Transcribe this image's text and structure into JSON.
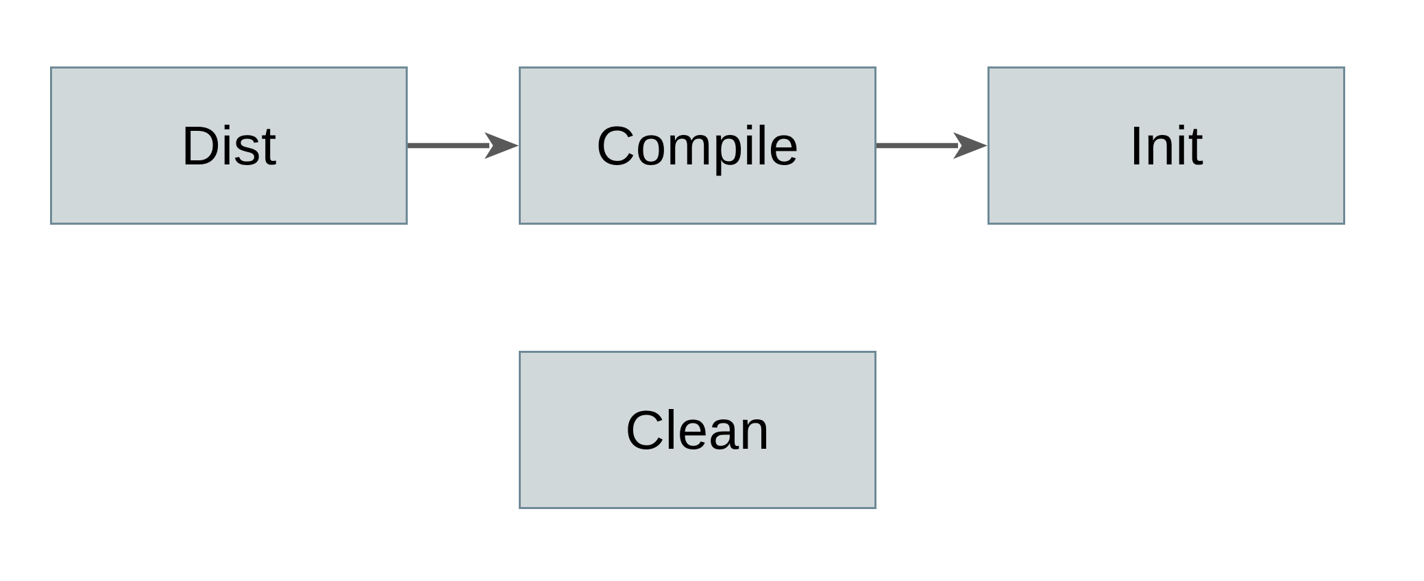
{
  "diagram": {
    "background_color": "#ffffff",
    "node_fill_color": "#d1d8da",
    "node_border_color": "#6f8a97",
    "arrow_color": "#595959",
    "text_color": "#000000",
    "nodes": [
      {
        "id": "dist",
        "label": "Dist"
      },
      {
        "id": "compile",
        "label": "Compile"
      },
      {
        "id": "init",
        "label": "Init"
      },
      {
        "id": "clean",
        "label": "Clean"
      }
    ],
    "edges": [
      {
        "from": "Dist",
        "to": "Compile"
      },
      {
        "from": "Compile",
        "to": "Init"
      }
    ]
  }
}
